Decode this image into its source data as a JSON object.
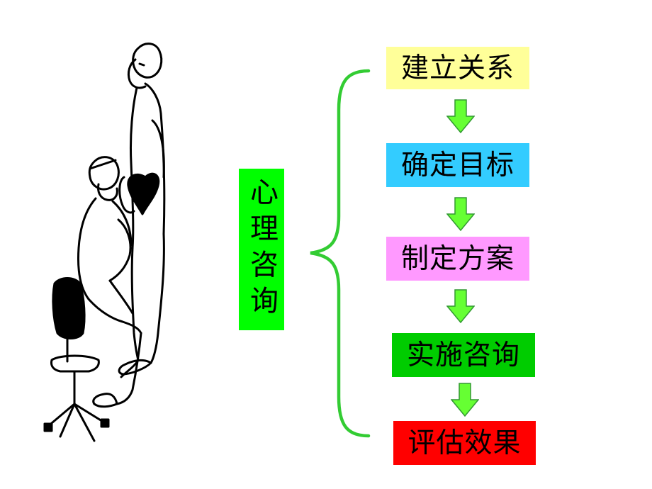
{
  "title": "心理咨询",
  "steps": [
    {
      "label": "建立关系",
      "color": "#ffff99"
    },
    {
      "label": "确定目标",
      "color": "#33ccff"
    },
    {
      "label": "制定方案",
      "color": "#ff99ff"
    },
    {
      "label": "实施咨询",
      "color": "#00cc00"
    },
    {
      "label": "评估效果",
      "color": "#ff0000"
    }
  ],
  "colors": {
    "title_bg": "#00ff00",
    "brace": "#33cc33",
    "arrow_fill": "#66ff33",
    "arrow_stroke": "#339933"
  },
  "illustration": "counselor-and-client-sketch"
}
